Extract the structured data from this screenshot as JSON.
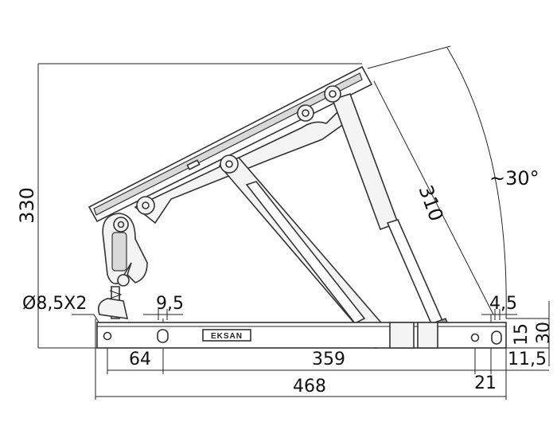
{
  "dimensions": {
    "height_total": "330",
    "gas_spring_length": "310",
    "angle": "~30°",
    "hole_diameter": "Ø8,5X2",
    "slot_width_left": "9,5",
    "slot_width_right": "4,5",
    "dist_left": "64",
    "dist_middle": "359",
    "dist_total": "468",
    "dist_right": "21",
    "offset_right": "11,5",
    "plate_height_small": "15",
    "plate_height_large": "30"
  },
  "brand": "EKSAN"
}
